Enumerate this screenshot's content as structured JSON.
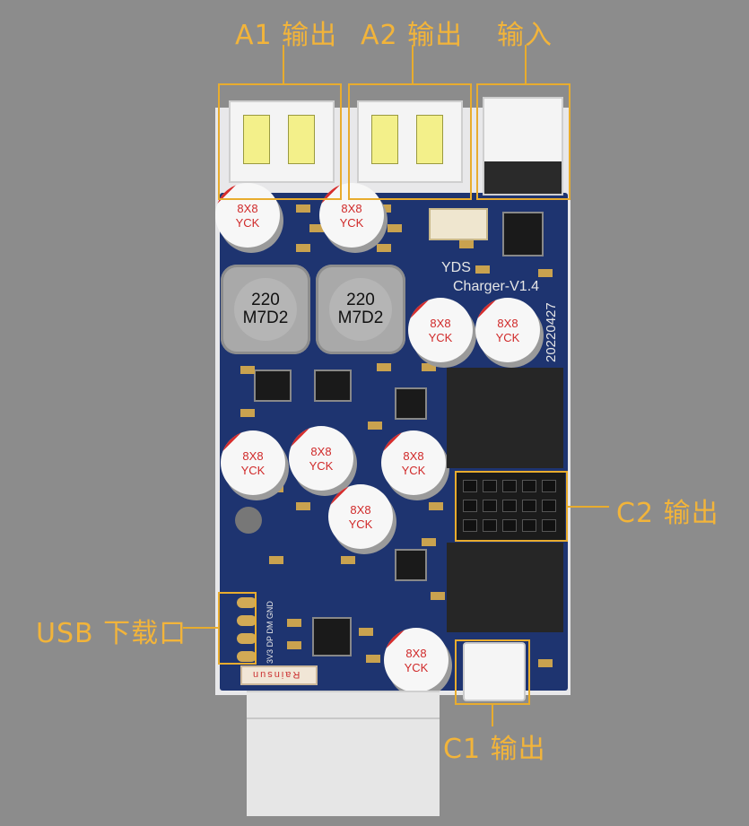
{
  "labels": {
    "a1": "A1 输出",
    "a2": "A2 输出",
    "input": "输入",
    "c2": "C2 输出",
    "usb_download": "USB 下载口",
    "c1": "C1 输出"
  },
  "board": {
    "brand": "YDS",
    "model": "Charger-V1.4",
    "date": "20220427",
    "connector_brand": "Rainsun",
    "usb_pads": "3V3 DP DM GND",
    "inductors": [
      {
        "line1": "220",
        "line2": "M7D2"
      },
      {
        "line1": "220",
        "line2": "M7D2"
      }
    ],
    "capacitors": [
      {
        "size": "8X8",
        "brand": "YCK"
      },
      {
        "size": "8X8",
        "brand": "YCK"
      },
      {
        "size": "8X8",
        "brand": "YCK"
      },
      {
        "size": "8X8",
        "brand": "YCK"
      },
      {
        "size": "8X8",
        "brand": "YCK"
      },
      {
        "size": "8X8",
        "brand": "YCK"
      },
      {
        "size": "8X8",
        "brand": "YCK"
      },
      {
        "size": "8X8",
        "brand": "YCK"
      },
      {
        "size": "8X8",
        "brand": "YCK"
      }
    ]
  },
  "colors": {
    "annotation": "#f2b43a",
    "pcb": "#1e3470",
    "background": "#8c8c8c"
  }
}
